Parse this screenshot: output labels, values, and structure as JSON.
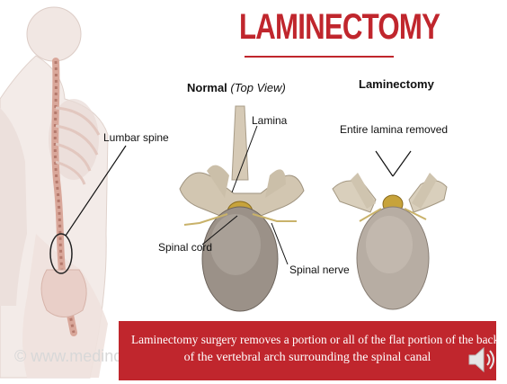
{
  "slide": {
    "title": "LAMINECTOMY",
    "normal_heading": "Normal",
    "normal_heading_note": "(Top View)",
    "laminectomy_heading": "Laminectomy",
    "labels": {
      "lumbar_spine": "Lumbar spine",
      "lamina": "Lamina",
      "spinal_cord": "Spinal cord",
      "spinal_nerve": "Spinal nerve",
      "entire_lamina_removed": "Entire lamina removed"
    },
    "caption_line1": "Laminectomy surgery removes a portion or all of the flat portion of the back",
    "caption_line2": "of the vertebral arch surrounding the spinal canal",
    "watermark": "© www.medindia.net"
  },
  "colors": {
    "accent": "#c0262d",
    "bone": "#cfc4b0",
    "body": "#8a8177"
  },
  "icons": {
    "audio": "speaker-icon"
  }
}
